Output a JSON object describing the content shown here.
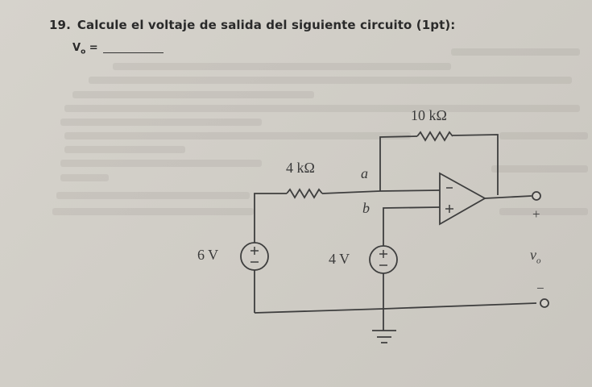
{
  "question": {
    "number": "19.",
    "text": "Calcule el voltaje de salida del siguiente circuito (1pt):",
    "answer_label_main": "V",
    "answer_label_sub": "o",
    "answer_label_eq": " ="
  },
  "circuit": {
    "source_left": {
      "label": "6 V",
      "polarity_top": "+",
      "polarity_bottom": "−"
    },
    "source_right": {
      "label": "4 V",
      "polarity_top": "+",
      "polarity_bottom": "−"
    },
    "resistor_input": {
      "label": "4 kΩ"
    },
    "resistor_feedback": {
      "label": "10 kΩ"
    },
    "node_a": "a",
    "node_b": "b",
    "opamp": {
      "inverting": "−",
      "noninverting": "+"
    },
    "output": {
      "plus": "+",
      "minus": "−",
      "label_main": "v",
      "label_sub": "o"
    }
  },
  "colors": {
    "paper": "#d2cfc8",
    "ink": "#3a3a3a",
    "heading": "#2a2a2a"
  }
}
